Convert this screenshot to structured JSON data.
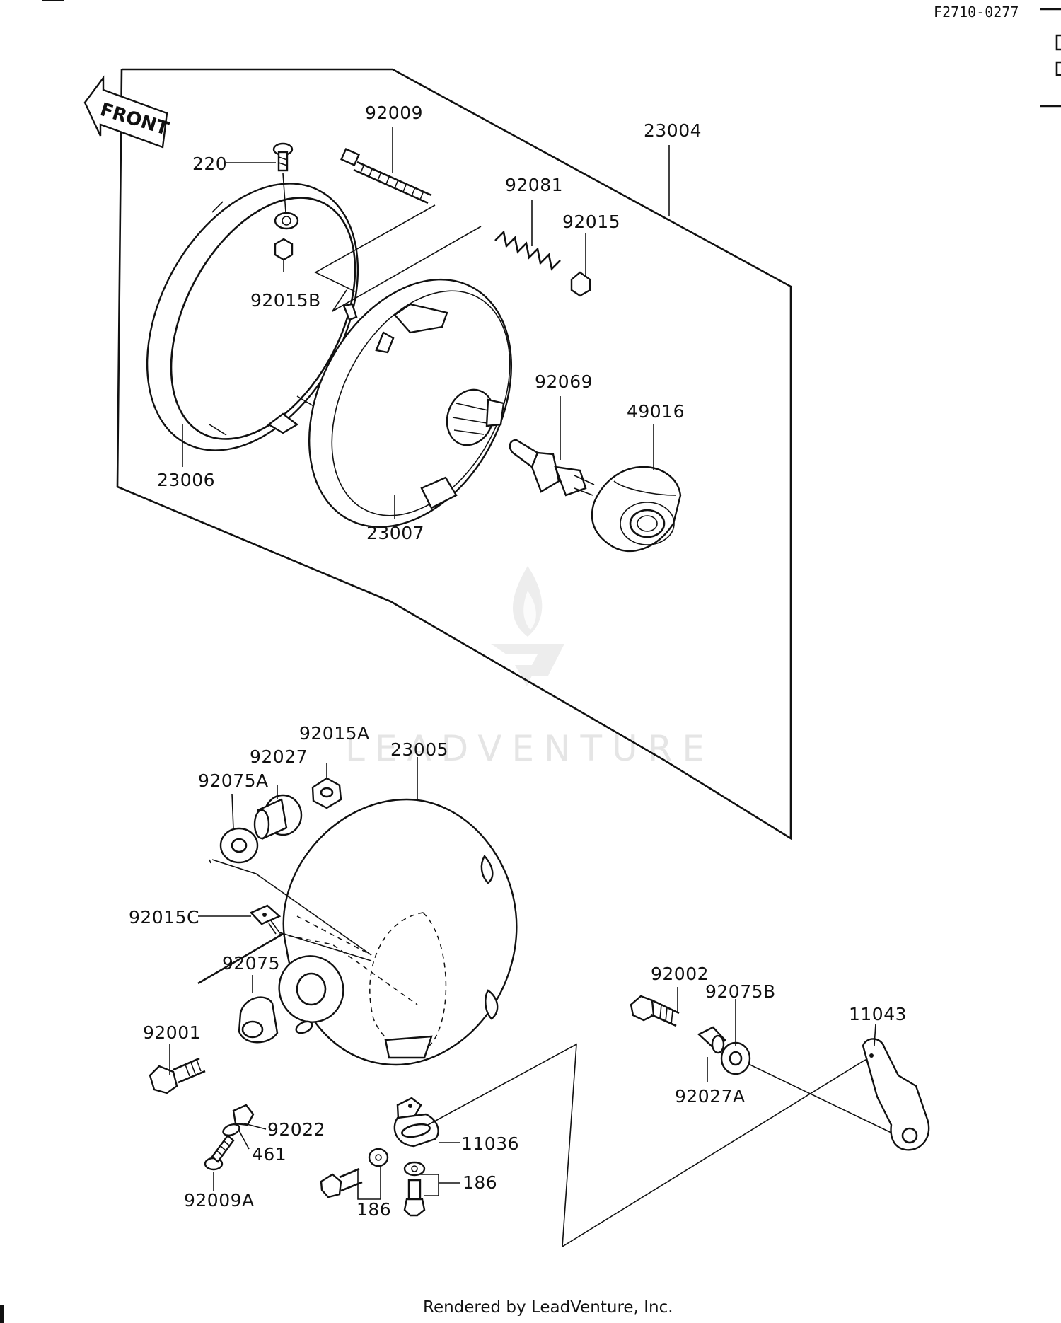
{
  "drawing_code": "F2710-0277",
  "watermark": "LEADVENTURE",
  "front_arrow": "FRONT",
  "footer": "Rendered by LeadVenture, Inc.",
  "parts": {
    "p92009": "92009",
    "p23004": "23004",
    "p220": "220",
    "p92081": "92081",
    "p92015": "92015",
    "p92015B": "92015B",
    "p92069": "92069",
    "p49016": "49016",
    "p23006": "23006",
    "p23007": "23007",
    "p92015A": "92015A",
    "p23005": "23005",
    "p92027": "92027",
    "p92075A": "92075A",
    "p92015C": "92015C",
    "p92075": "92075",
    "p92002": "92002",
    "p92075B": "92075B",
    "p11043": "11043",
    "p92001": "92001",
    "p92027A": "92027A",
    "p92022": "92022",
    "p11036": "11036",
    "p461": "461",
    "p186a": "186",
    "p186b": "186",
    "p92009A": "92009A"
  }
}
